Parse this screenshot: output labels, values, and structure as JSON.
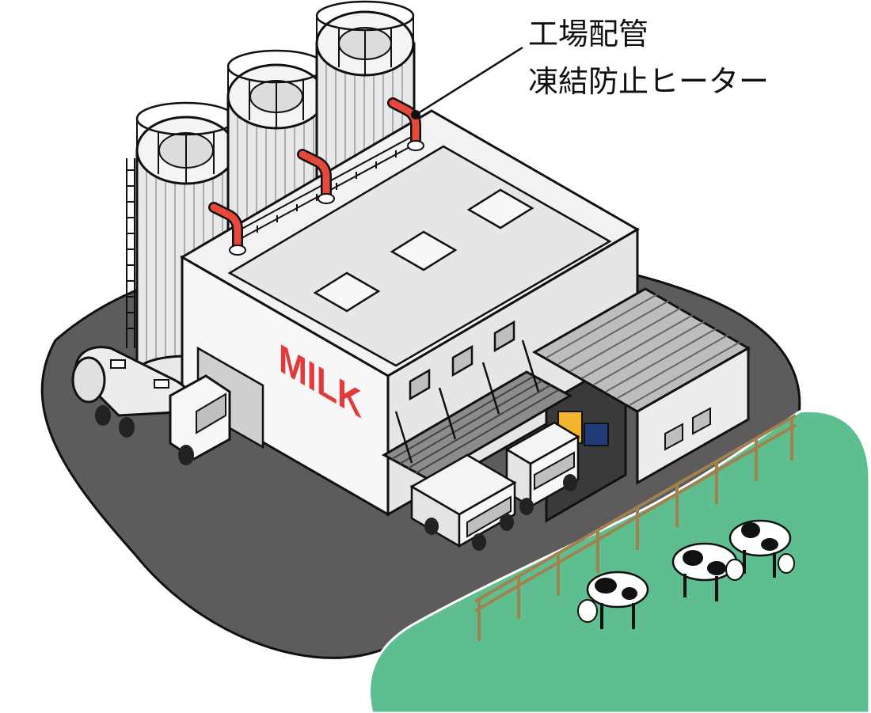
{
  "callout": {
    "line1": "工場配管",
    "line2": "凍結防止ヒーター"
  },
  "factory": {
    "sign": "MILK"
  },
  "colors": {
    "ground": "#5d5b5c",
    "grass": "#5fbe90",
    "wall_light": "#f2f2f2",
    "wall_mid": "#e0e0e0",
    "wall_dark": "#cfcfcf",
    "outline": "#111111",
    "heater_pipe": "#e8473c",
    "accent_red": "#e23a3a",
    "fence": "#a08250",
    "crate_yellow": "#f3b52b",
    "crate_navy": "#1f3c78"
  }
}
